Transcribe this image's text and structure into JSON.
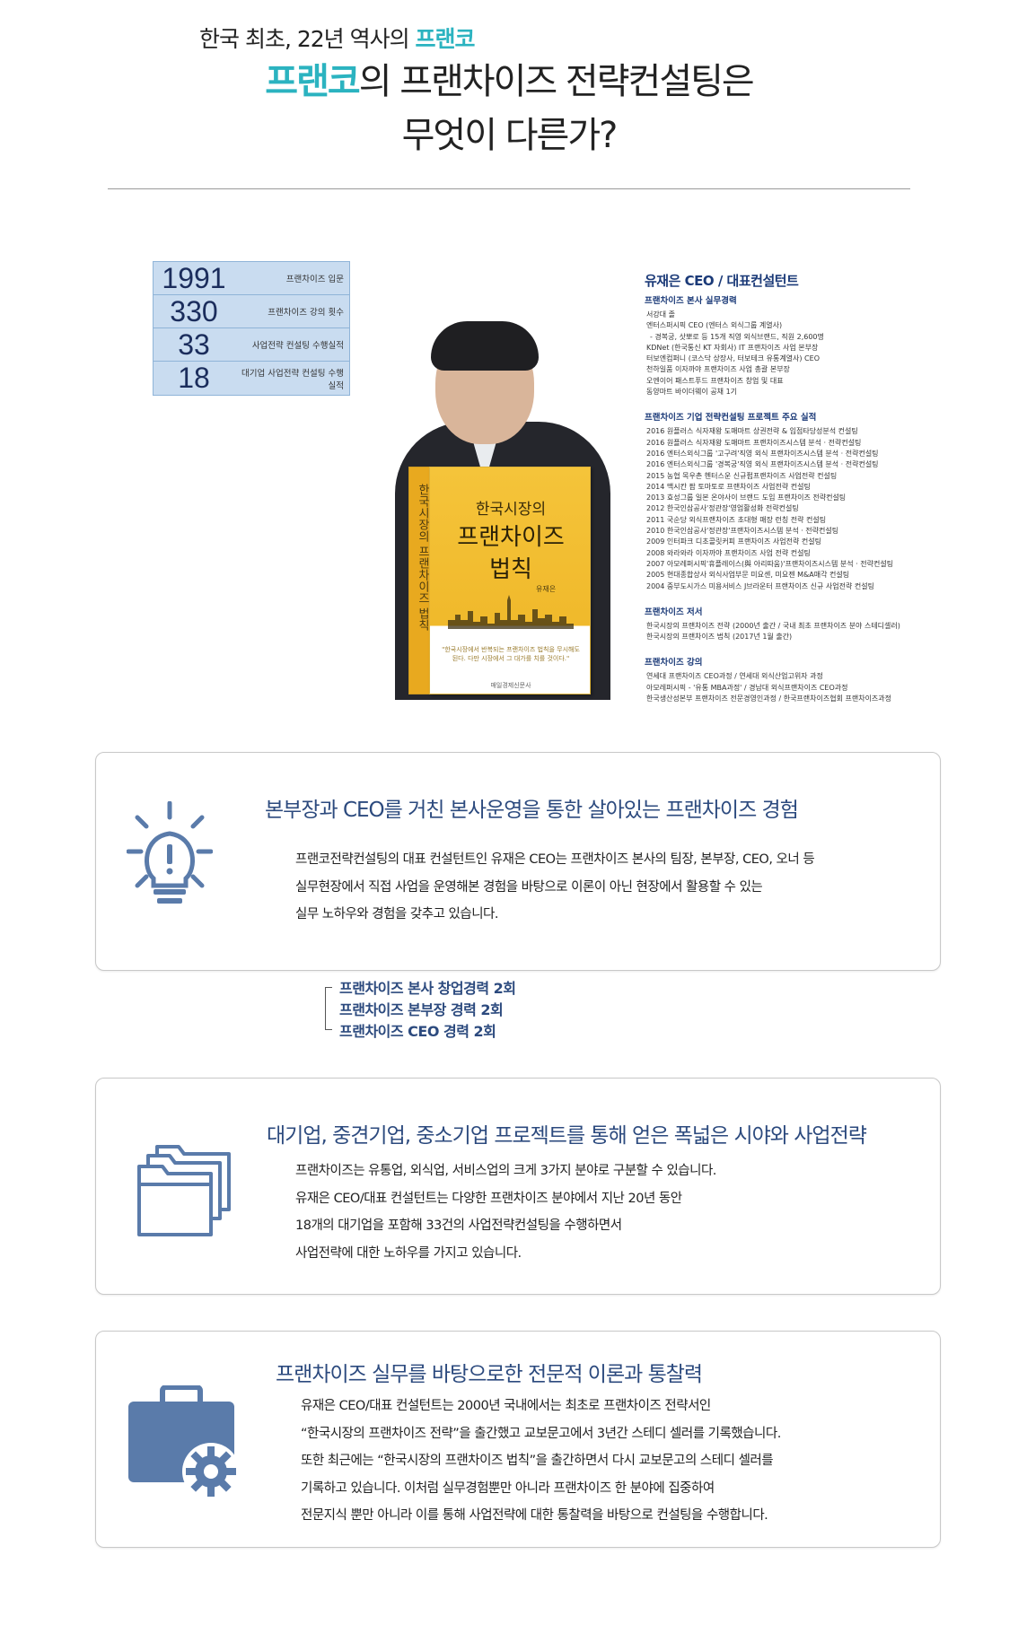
{
  "header": {
    "subtitle_prefix": "한국 최초, 22년 역사의 ",
    "subtitle_brand": "프랜코",
    "title_brand": "프랜코",
    "title_line1_rest": "의 프랜차이즈 전략컨설팅은",
    "title_line2": "무엇이 다른가?"
  },
  "stats": [
    {
      "value": "1991",
      "label": "프랜차이즈 입문"
    },
    {
      "value": "330",
      "label": "프랜차이즈 강의 횟수"
    },
    {
      "value": "33",
      "label": "사업전략 컨설팅 수행실적"
    },
    {
      "value": "18",
      "label": "대기업 사업전략 컨설팅 수행실적"
    }
  ],
  "book": {
    "spine": "한국시장의 프랜차이즈 법칙",
    "title_small": "한국시장의",
    "title_big_1": "프랜차이즈",
    "title_big_2": "법칙",
    "author": "유재은",
    "quote": "\"한국시장에서 반복되는 프랜차이즈 법칙을 무시해도 된다. 다만 시장에서 그 대가를 치를 것이다.\"",
    "publisher": "매일경제신문사"
  },
  "profile": {
    "name": "유재은 CEO / 대표컨설턴트",
    "sections": [
      {
        "heading": "프랜차이즈 본사 실무경력",
        "lines": [
          "서강대 졸",
          "엔터스퍼시픽 CEO (엔터스 외식그룹 계열사)",
          "- 경복궁, 삿뽀로 등 15개 직영 외식브랜드, 직원 2,600명",
          "KDNet (한국통신 KT 자회사) IT 프랜차이즈 사업 본부장",
          "터보엔컴퍼니 (코스닥 상장사, 터보테크 유통계열사) CEO",
          "천하일품 이자까야 프랜차이즈 사업 총괄 본부장",
          "오엔이어 패스트푸드 프랜차이즈 창업 및 대표",
          "동양마트 바이더웨이 공채 1기"
        ]
      },
      {
        "heading": "프랜차이즈 기업 전략컨설팅 프로젝트 주요 실적",
        "lines": [
          "2016 원플러스 식자재왕 도매마트 상권전략 & 입점타당성분석 컨설팅",
          "2016 원플러스 식자재왕 도매마트 프랜차이즈시스템 분석 · 전략컨설팅",
          "2016 엔터스외식그룹 '고구려'직영 외식 프랜차이즈시스템 분석 · 전략컨설팅",
          "2016 엔터스외식그룹 '경복궁'직영 외식 프랜차이즈시스템 분석 · 전략컨설팅",
          "2015 농협 목우촌 헨터스운 신규펍프랜차이즈 사업전략 컨설팅",
          "2014 맥시칸 팜 토마토로 프랜차이즈 사업전략 컨설팅",
          "2013 효성그룹 일본 온야사이 브랜드 도입 프랜차이즈 전략컨설팅",
          "2012 한국인삼공사'정관장'영업활성화 전략컨설팅",
          "2011 국순당 외식프랜차이즈 초대형 매장 런칭 전략 컨설팅",
          "2010 한국인삼공사'정관장'프랜차이즈시스템 분석 · 전략컨설팅",
          "2009 인터파크 디초콜릿커피 프랜차이즈 사업전략 컨설팅",
          "2008 와라와라 이자까야 프랜차이즈 사업 전략 컨설팅",
          "2007 아모레퍼시픽'휴플레이스(與 아리따움)'프랜차이즈시스템 분석 · 전략컨설팅",
          "2005 현대종합상사 외식사업부문 미요센, 미요젠 M&A매각 컨설팅",
          "2004 중부도시가스 미용서비스 J브라운터 프랜차이즈 신규 사업전략 컨설팅"
        ]
      },
      {
        "heading": "프랜차이즈 저서",
        "lines": [
          "한국시장의 프랜차이즈 전략 (2000년 출간 / 국내 최초 프랜차이즈 분야 스테디셀러)",
          "한국시장의 프랜차이즈 법칙 (2017년 1월 출간)"
        ]
      },
      {
        "heading": "프랜차이즈 강의",
        "lines": [
          "연세대 프랜차이즈 CEO과정 / 연세대 외식산업고위자 과정",
          "아모레퍼시픽 - '유통 MBA과정' / 경남대 외식프랜차이즈 CEO과정",
          "한국생산성본부 프랜차이즈 전문경영인과정 / 한국프랜차이즈협회 프랜차이즈과정"
        ]
      }
    ]
  },
  "box1": {
    "title": "본부장과 CEO를 거친 본사운영을 통한 살아있는 프랜차이즈 경험",
    "lines": [
      "프랜코전략컨설팅의 대표 컨설턴트인 유재은 CEO는 프랜차이즈 본사의 팀장, 본부장, CEO, 오너 등",
      "실무현장에서 직접 사업을 운영해본 경험을 바탕으로 이론이 아닌 현장에서 활용할 수 있는",
      "실무 노하우와 경험을 갖추고 있습니다."
    ]
  },
  "bracket_list": [
    "프랜차이즈 본사 창업경력 2회",
    "프랜차이즈 본부장 경력 2회",
    "프랜차이즈 CEO 경력 2회"
  ],
  "box2": {
    "title": "대기업, 중견기업, 중소기업 프로젝트를 통해 얻은 폭넓은 시야와 사업전략",
    "lines": [
      "프랜차이즈는 유통업, 외식업, 서비스업의 크게 3가지 분야로 구분할 수 있습니다.",
      "유재은 CEO/대표 컨설턴트는 다양한 프랜차이즈 분야에서 지난 20년 동안",
      "18개의 대기업을 포함해 33건의 사업전략컨설팅을 수행하면서",
      "사업전략에 대한 노하우를 가지고 있습니다."
    ]
  },
  "box3": {
    "title": "프랜차이즈 실무를 바탕으로한 전문적 이론과 통찰력",
    "lines": [
      "유재은 CEO/대표 컨설턴트는 2000년 국내에서는 최초로 프랜차이즈 전략서인",
      "“한국시장의 프랜차이즈 전략”을 출간했고 교보문고에서 3년간 스테디 셀러를 기록했습니다.",
      "또한 최근에는 “한국시장의 프랜차이즈 법칙”을 출간하면서 다시 교보문고의 스테디 셀러를",
      "기록하고 있습니다. 이처럼 실무경험뿐만 아니라 프랜차이즈 한 분야에 집중하여",
      "전문지식 뿐만 아니라 이를 통해 사업전략에 대한 통찰력을 바탕으로 컨설팅을 수행합니다."
    ]
  },
  "colors": {
    "brand_teal": "#2bb3c0",
    "navy_title": "#2c4a7e",
    "icon_blue": "#5a7baa",
    "stats_bg": "#c9dcf0"
  },
  "icons": [
    "lightbulb-icon",
    "folders-icon",
    "briefcase-gear-icon"
  ]
}
